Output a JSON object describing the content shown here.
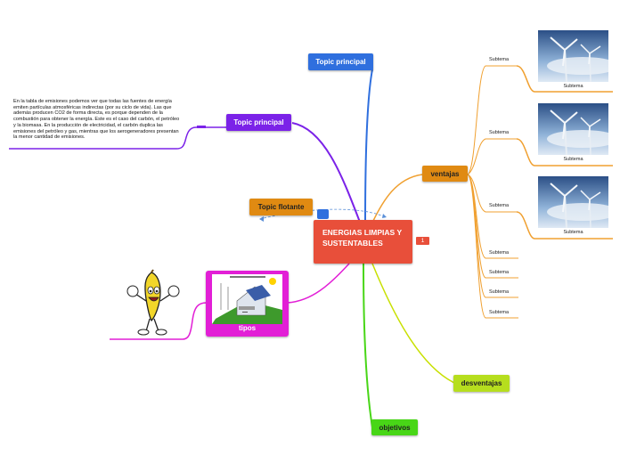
{
  "central": {
    "title": "ENERGIAS LIMPIAS Y SUSTENTABLES",
    "badge": "1"
  },
  "topics": {
    "principal_top": "Topic principal",
    "principal_left": "Topic principal",
    "floating": "Topic flotante",
    "ventajas": "ventajas",
    "tipos": "tipos",
    "desventajas": "desventajas",
    "objetivos": "objetivos"
  },
  "note": "En la tabla de emisiones podemos ver que todas las fuentes de energía emiten partículas atmosféricas indirectas (por su ciclo de vida). Las que además producen CO2 de forma directa, es porque dependen de la combustión para obtener la energía. Este es el caso del carbón, el petróleo y la biomasa. En la producción de electricidad, el carbón duplica las emisiones del petróleo y gas, mientras que los aerogeneradores presentan la menor cantidad de emisiones.",
  "subtopics": {
    "image_subtopics": [
      "Subtema",
      "Subtema",
      "Subtema"
    ],
    "image_captions": [
      "Subtema",
      "Subtema",
      "Subtema"
    ],
    "plain_subtopics": [
      "Subtema",
      "Subtema",
      "Subtema",
      "Subtema"
    ]
  },
  "colors": {
    "central": "#e84f3a",
    "blue": "#2f6fde",
    "purple": "#7b22e8",
    "orange": "#e08a12",
    "magenta": "#e21fd6",
    "lime": "#b6de1e",
    "green": "#48d617"
  },
  "icons": [
    "banana-mascot-icon",
    "wind-turbine-photo",
    "solar-house-illustration"
  ]
}
